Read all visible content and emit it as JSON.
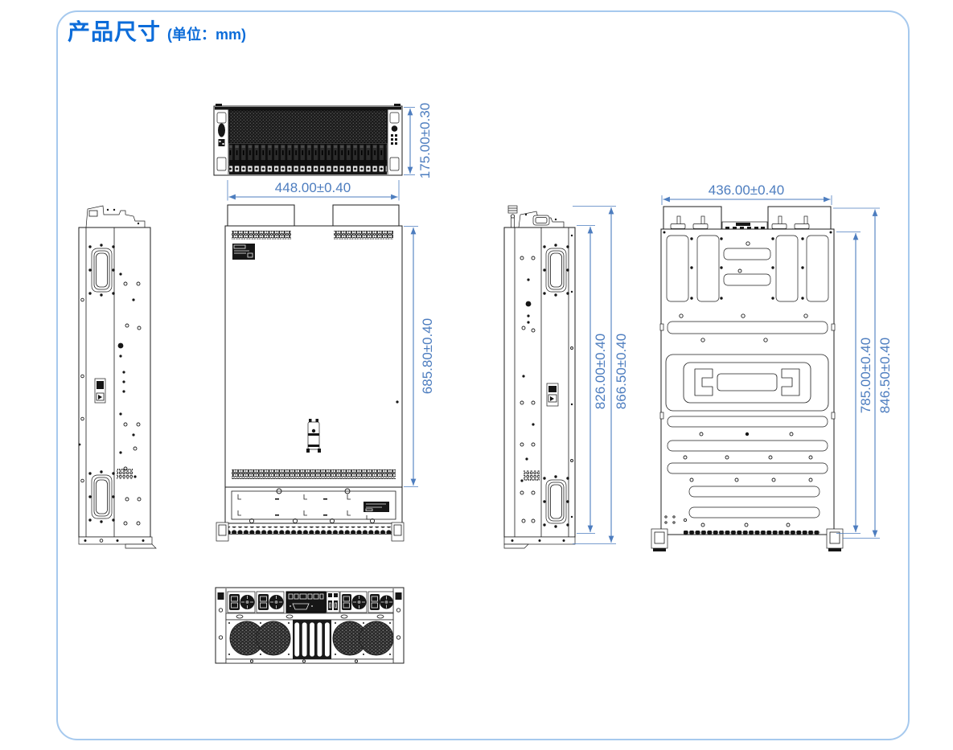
{
  "title": {
    "text": "产品尺寸",
    "unit": "(单位：mm)"
  },
  "dimensions": {
    "front_height": "175.00±0.30",
    "front_width": "448.00±0.40",
    "chassis_height": "685.80±0.40",
    "side_body_height": "826.00±0.40",
    "side_overall_height": "866.50±0.40",
    "bottom_width": "436.00±0.40",
    "bottom_body_height": "785.00±0.40",
    "bottom_overall_height": "846.50±0.40"
  },
  "colors": {
    "accent_blue": "#0c6cd9",
    "dimension_blue": "#4d7dbf",
    "card_border_blue": "#a6c9ee",
    "line_black": "#1c1c1c"
  }
}
